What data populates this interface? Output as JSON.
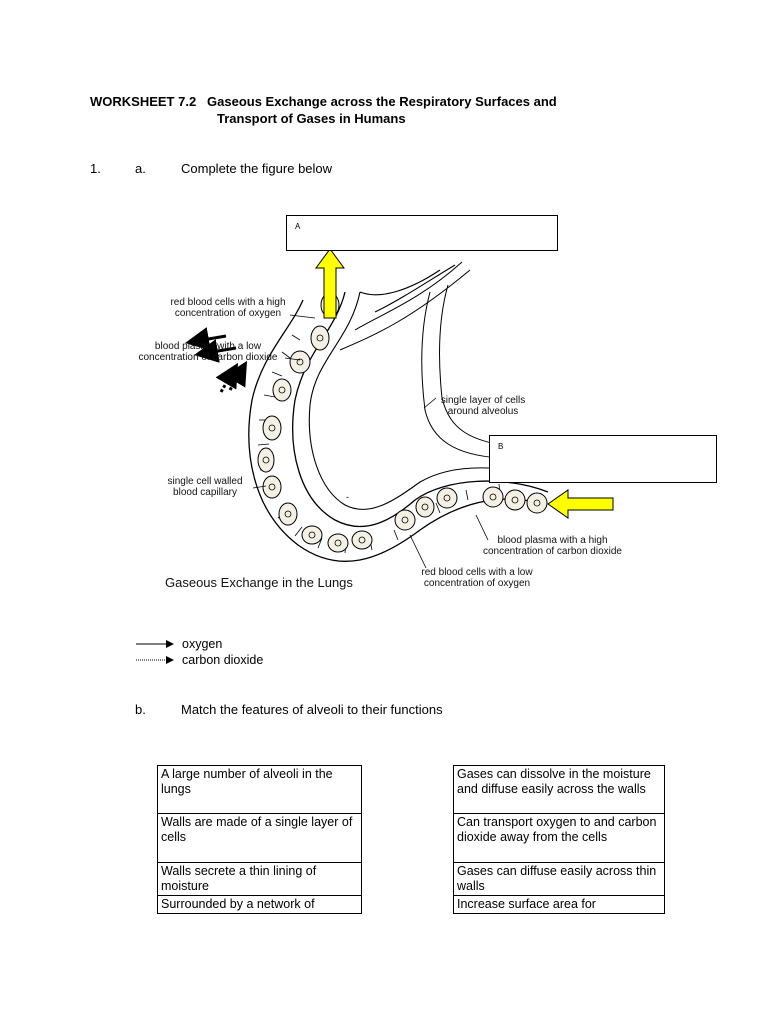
{
  "title": {
    "line1": "WORKSHEET 7.2   Gaseous Exchange across the Respiratory Surfaces and",
    "line2": "Transport of  Gases in Humans"
  },
  "question1": {
    "number": "1.",
    "part_a_letter": "a.",
    "part_a_text": "Complete the figure below",
    "part_b_letter": "b.",
    "part_b_text": "Match the features of alveoli to their functions"
  },
  "figure": {
    "box_a_label": "A",
    "box_b_label": "B",
    "caption": "Gaseous Exchange in the Lungs",
    "labels": {
      "rbc_high": [
        "red blood cells with a high",
        "concentration of oxygen"
      ],
      "plasma_low": [
        "blood plasma with a low",
        "concentration of carbon dioxide"
      ],
      "single_layer": [
        "single layer of cells",
        "around alveolus"
      ],
      "capillary": [
        "single cell walled",
        "blood capillary"
      ],
      "plasma_high": [
        "blood plasma with a high",
        "concentration of carbon dioxide"
      ],
      "rbc_low": [
        "red blood cells with a low",
        "concentration of oxygen"
      ]
    },
    "arrow_color": "#ffff00"
  },
  "legend": {
    "oxygen": "oxygen",
    "carbon_dioxide": "carbon dioxide"
  },
  "features": [
    "A large number of alveoli in the lungs",
    "Walls are made of a single layer of cells",
    "Walls secrete a thin lining of moisture",
    "Surrounded by a network of"
  ],
  "functions": [
    "Gases can dissolve in the moisture and diffuse easily across the walls",
    "Can transport oxygen to and carbon dioxide away from the cells",
    "Gases can diffuse easily across thin walls",
    "Increase surface area for"
  ]
}
